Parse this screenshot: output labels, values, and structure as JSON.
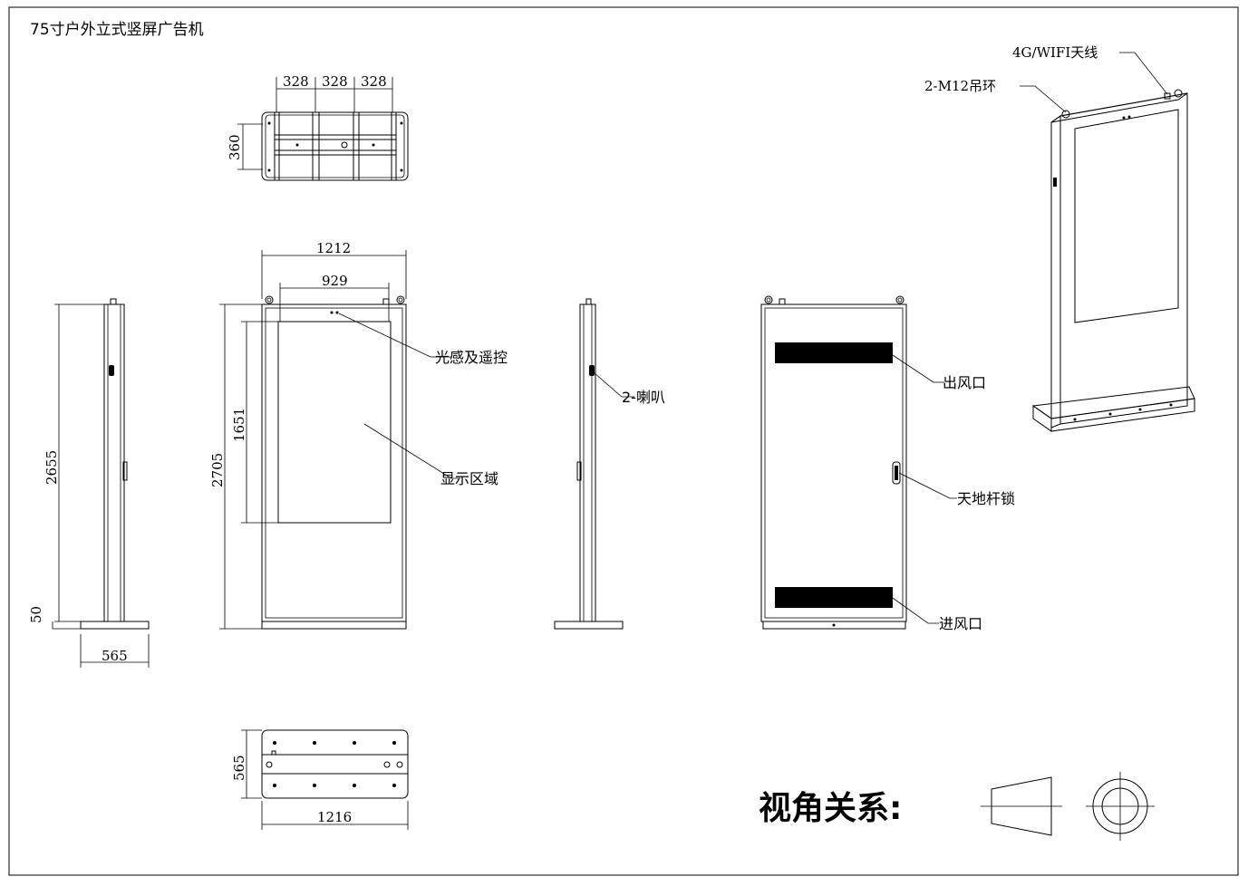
{
  "title": "75寸户外立式竖屏广告机",
  "dimensions": {
    "top_w1": "328",
    "top_w2": "328",
    "top_w3": "328",
    "top_h": "360",
    "front_width": "1212",
    "front_screen_width": "929",
    "front_height": "2705",
    "front_screen_height": "1651",
    "side_height": "2655",
    "side_base_h": "50",
    "side_base_w": "565",
    "base_w": "1216",
    "base_h": "565"
  },
  "callouts": {
    "sensor": "光感及遥控",
    "display": "显示区域",
    "speaker": "2-喇叭",
    "air_out": "出风口",
    "lock": "天地杆锁",
    "air_in": "进风口",
    "antenna": "4G/WIFI天线",
    "ring": "2-M12吊环"
  },
  "view_relation": "视角关系:"
}
